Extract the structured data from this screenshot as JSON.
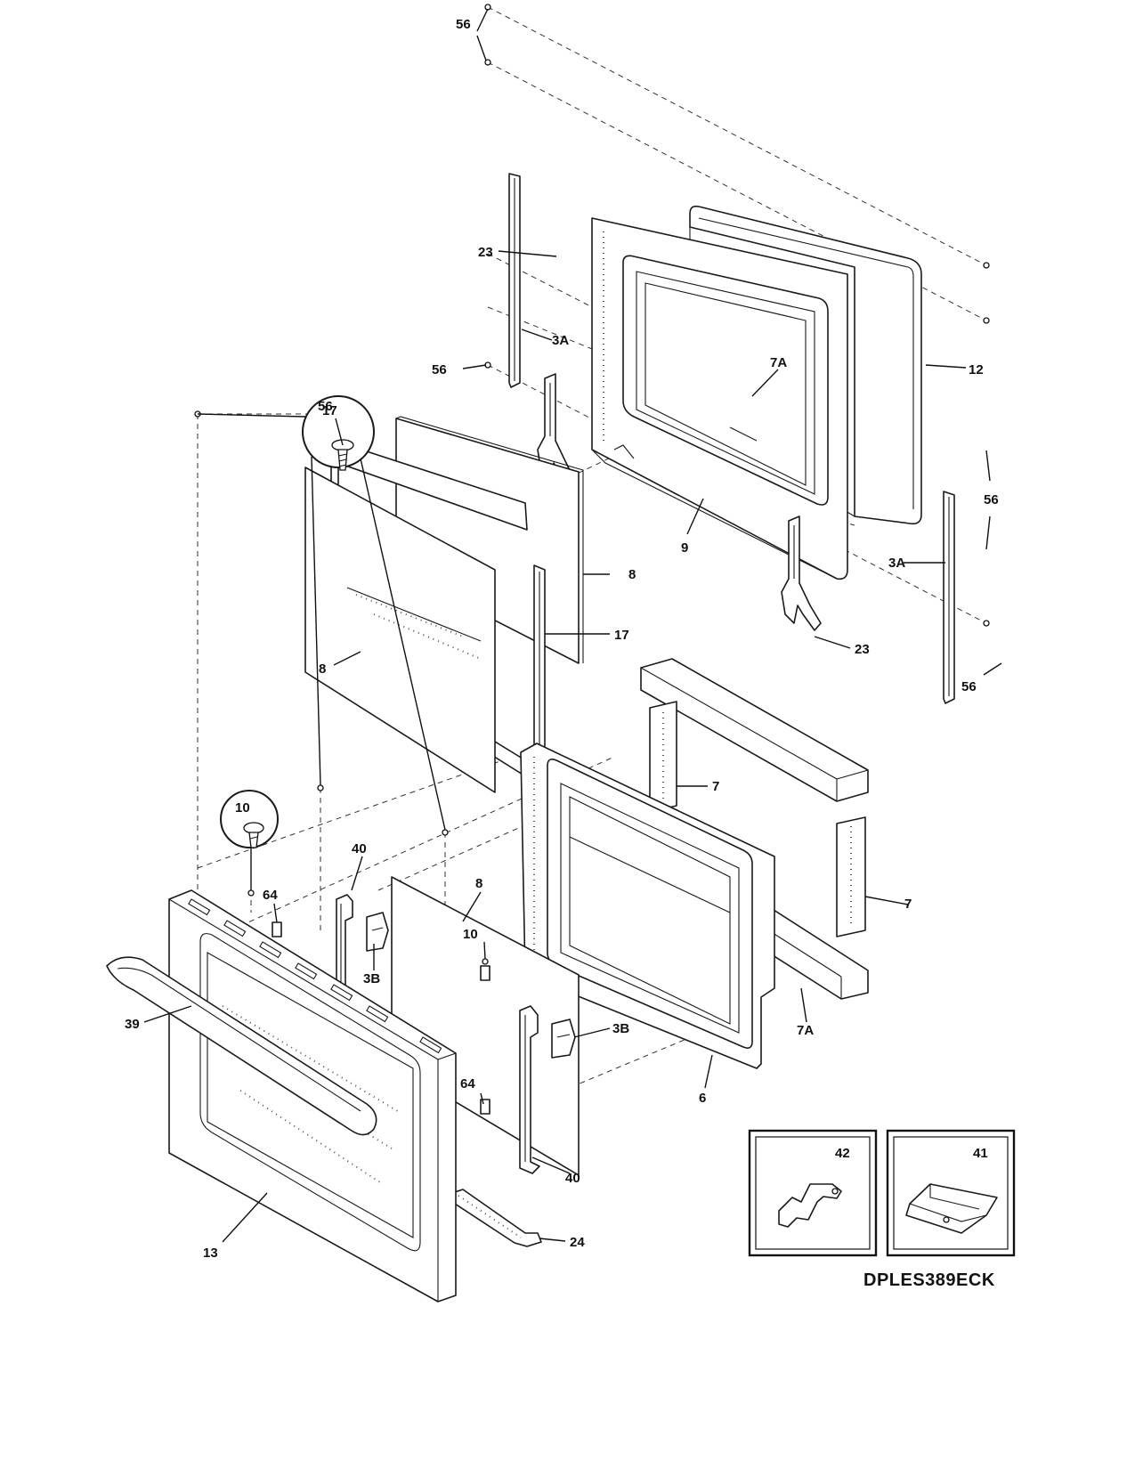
{
  "model": "DPLES389ECK",
  "callouts": {
    "c56_top": "56",
    "c3A_left": "3A",
    "c56_mid": "56",
    "c12": "12",
    "c17_top": "17",
    "c23_left": "23",
    "c56_right": "56",
    "c9": "9",
    "c3A_right": "3A",
    "c8_rear": "8",
    "c17_side": "17",
    "c23_right": "23",
    "c8_front": "8",
    "c56_bottomright": "56",
    "c7A_top": "7A",
    "c56_zoom": "56",
    "c7_upper": "7",
    "c10_zoom": "10",
    "c40_top": "40",
    "c8_inner": "8",
    "c7_right": "7",
    "c64_top": "64",
    "c3B_left": "3B",
    "c7A_bottom": "7A",
    "c10_lower": "10",
    "c3B_right": "3B",
    "c39": "39",
    "c6": "6",
    "c64_lower": "64",
    "c40_bottom": "40",
    "c42": "42",
    "c41": "41",
    "c13": "13",
    "c24": "24"
  }
}
